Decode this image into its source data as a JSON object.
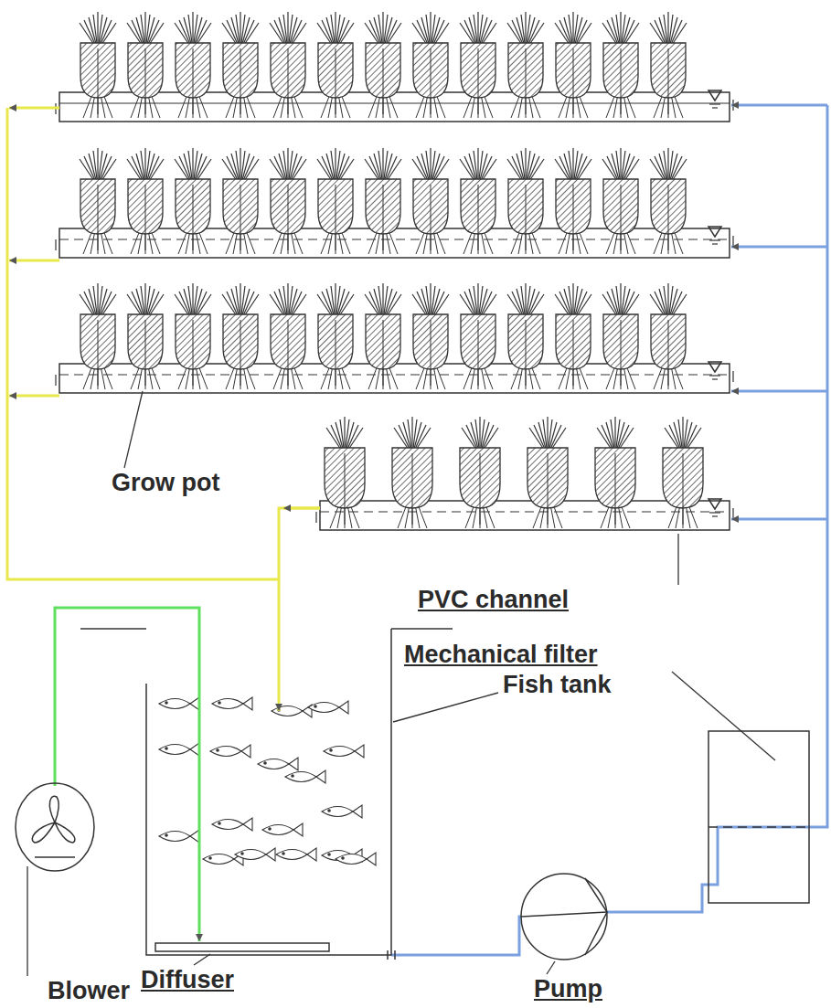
{
  "diagram": {
    "labels": [
      "Grow pot",
      "PVC channel",
      "Mechanical filter",
      "Fish tank",
      "Diffuser",
      "Pump",
      "Blower"
    ]
  }
}
